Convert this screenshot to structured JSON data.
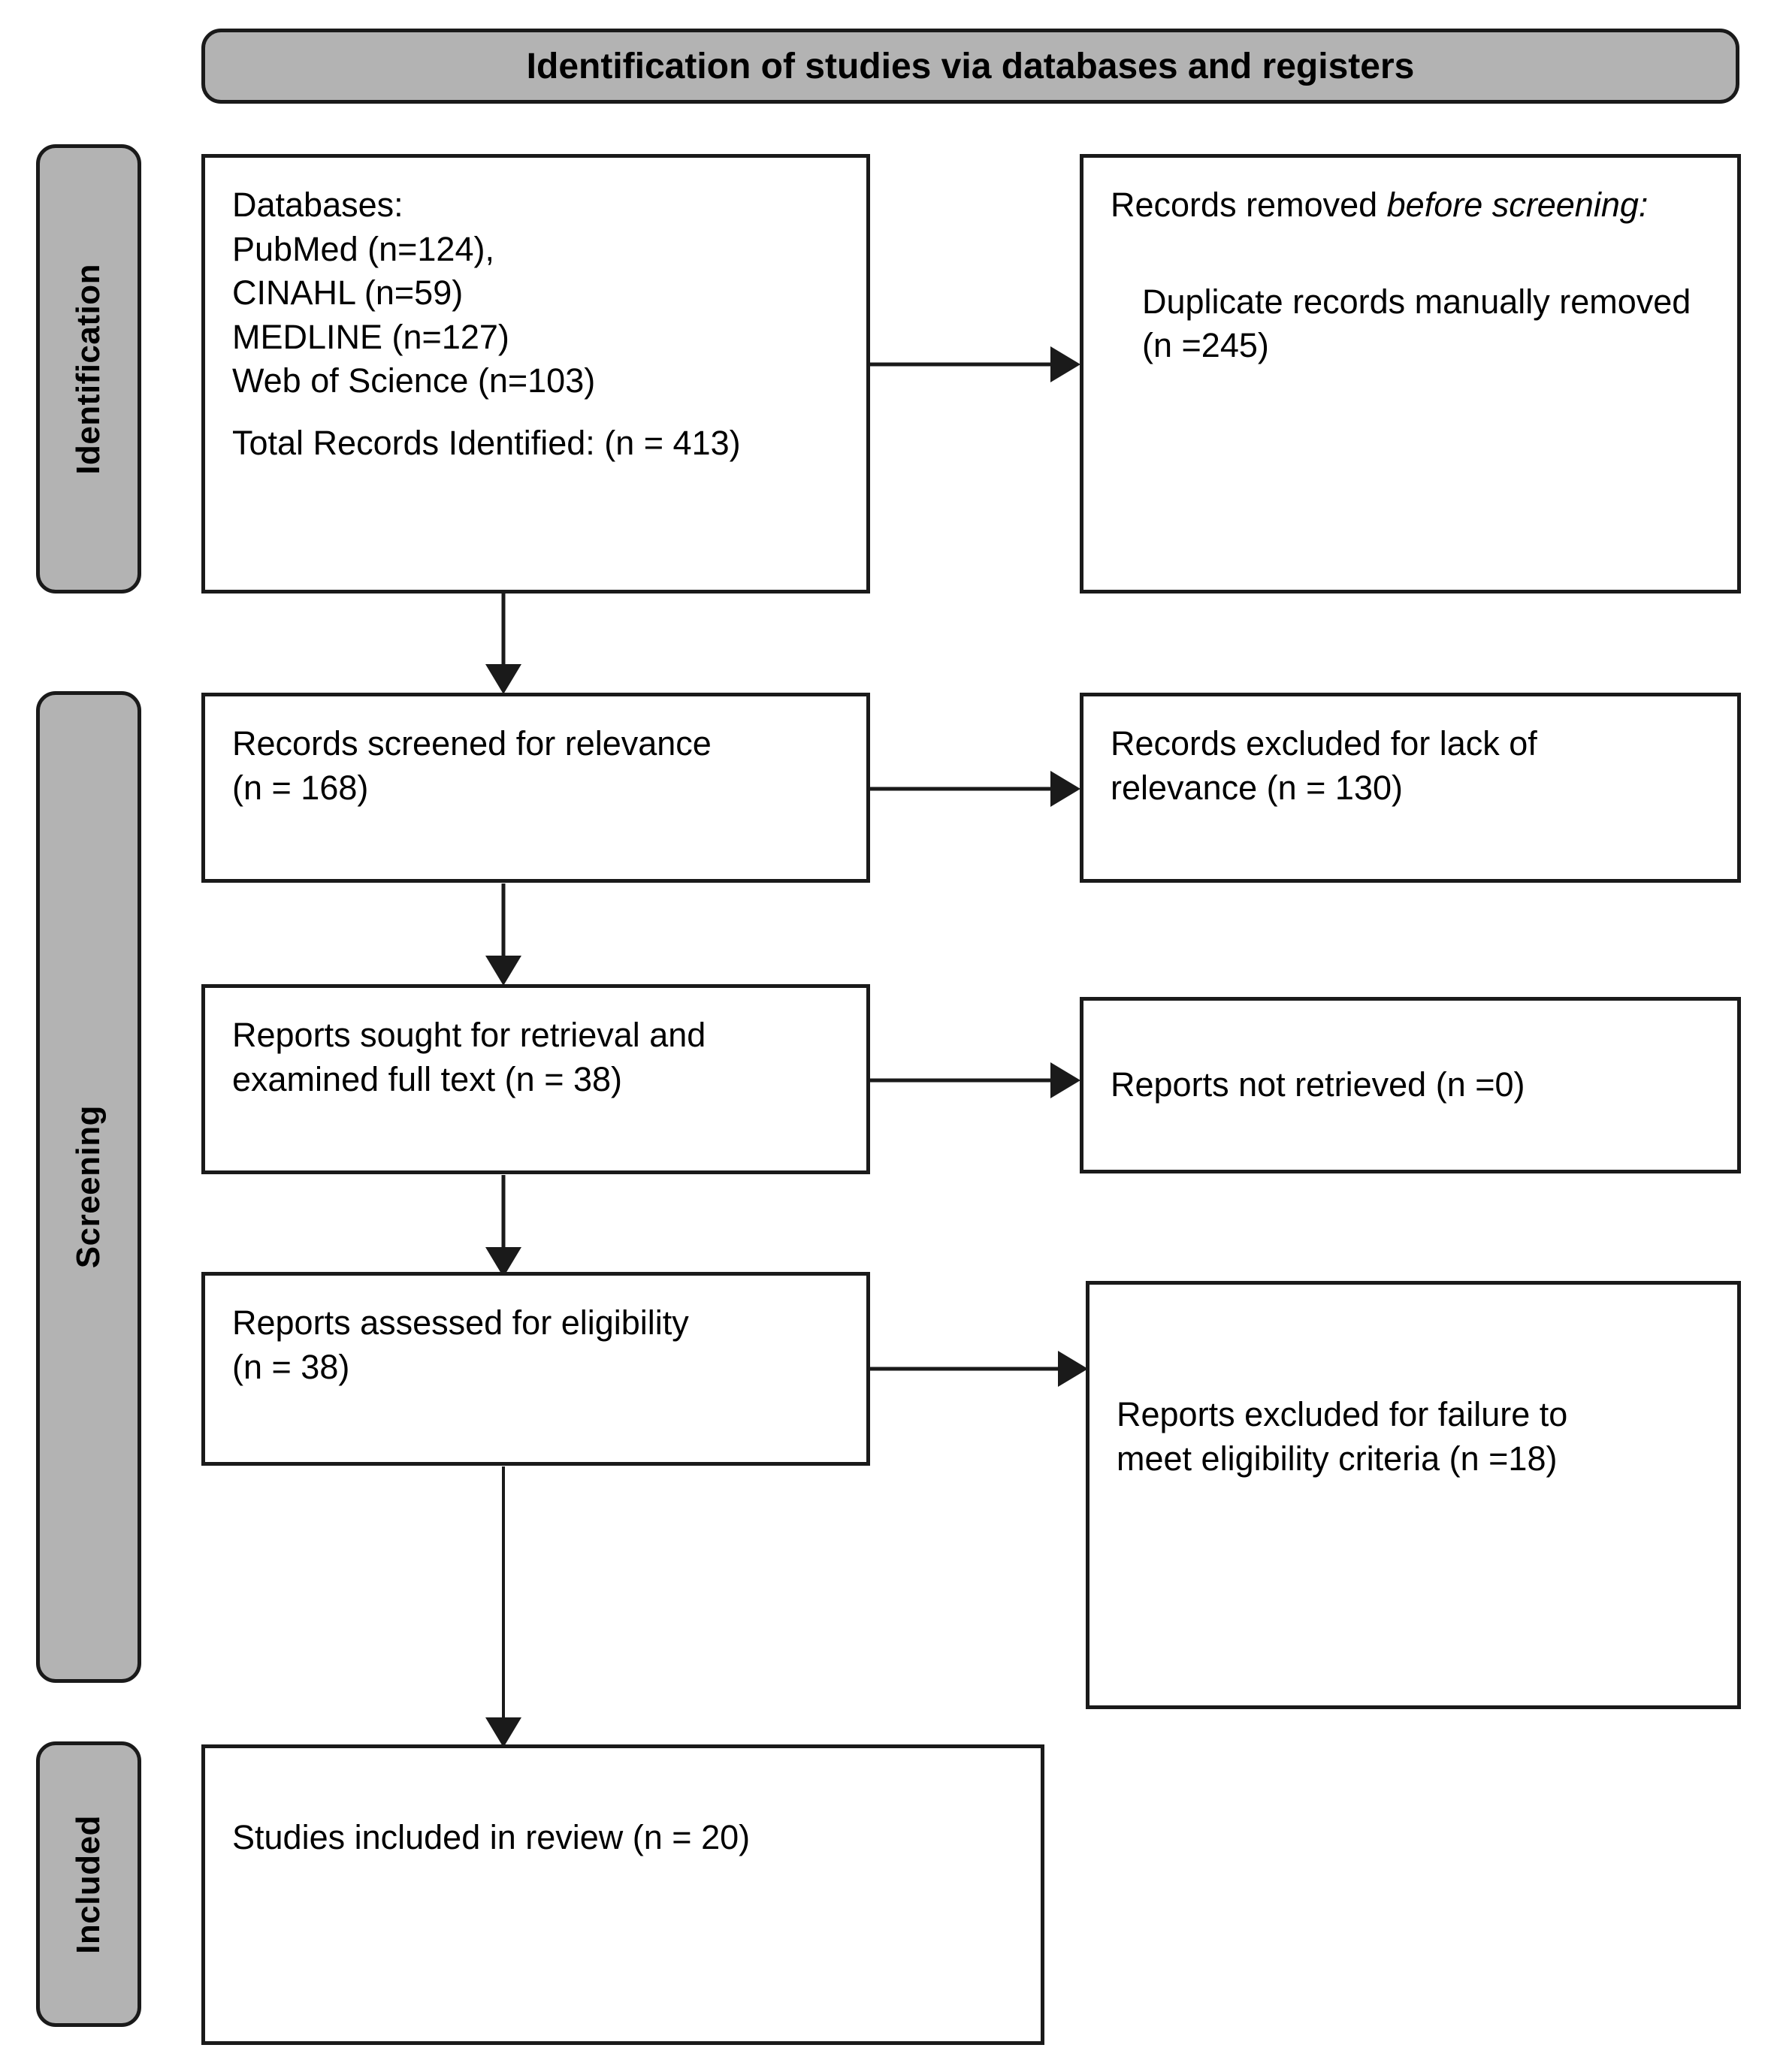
{
  "banner": {
    "title": "Identification of studies via databases and registers"
  },
  "phases": [
    {
      "name": "identification",
      "label": "Identification"
    },
    {
      "name": "screening",
      "label": "Screening"
    },
    {
      "name": "included",
      "label": "Included"
    }
  ],
  "boxes": {
    "records_identified": {
      "line1": "Databases:",
      "line2": "PubMed (n=124),",
      "line3": "CINAHL (n=59)",
      "line4": "MEDLINE (n=127)",
      "line5": "Web of Science (n=103)",
      "total": "Total Records Identified: (n = 413)"
    },
    "records_removed": {
      "heading_plain": "Records removed ",
      "heading_italic": "before screening:",
      "body": "Duplicate records manually removed (n =245)"
    },
    "records_screened": {
      "text": "Records screened for relevance\n(n = 168)"
    },
    "records_excluded": {
      "text": "Records excluded for lack of\nrelevance (n = 130)"
    },
    "reports_sought": {
      "text": "Reports sought for retrieval and\nexamined full text (n = 38)"
    },
    "reports_not_retrieved": {
      "text": "Reports not retrieved (n =0)"
    },
    "reports_assessed": {
      "text": "Reports assessed for eligibility\n(n = 38)"
    },
    "reports_excluded_eligibility": {
      "text": "Reports excluded for failure to\nmeet eligibility criteria (n =18)"
    },
    "studies_included": {
      "text": "Studies included in review (n = 20)"
    }
  },
  "colors": {
    "phase_bar_fill": "#b3b3b3",
    "banner_fill": "#b3b3b3",
    "stroke": "#1a1a1a",
    "box_fill": "#ffffff",
    "text": "#000000"
  },
  "chart_data": {
    "type": "diagram",
    "title": "PRISMA 2020 flow diagram",
    "nodes": [
      {
        "id": "records_identified",
        "stage": "Identification",
        "label": "Total Records Identified",
        "n": 413,
        "sources": [
          {
            "name": "PubMed",
            "n": 124
          },
          {
            "name": "CINAHL",
            "n": 59
          },
          {
            "name": "MEDLINE",
            "n": 127
          },
          {
            "name": "Web of Science",
            "n": 103
          }
        ]
      },
      {
        "id": "records_removed",
        "stage": "Identification",
        "label": "Duplicate records manually removed",
        "n": 245
      },
      {
        "id": "records_screened",
        "stage": "Screening",
        "label": "Records screened for relevance",
        "n": 168
      },
      {
        "id": "records_excluded",
        "stage": "Screening",
        "label": "Records excluded for lack of relevance",
        "n": 130
      },
      {
        "id": "reports_sought",
        "stage": "Screening",
        "label": "Reports sought for retrieval and examined full text",
        "n": 38
      },
      {
        "id": "reports_not_retrieved",
        "stage": "Screening",
        "label": "Reports not retrieved",
        "n": 0
      },
      {
        "id": "reports_assessed",
        "stage": "Screening",
        "label": "Reports assessed for eligibility",
        "n": 38
      },
      {
        "id": "reports_excluded_eligibility",
        "stage": "Screening",
        "label": "Reports excluded for failure to meet eligibility criteria",
        "n": 18
      },
      {
        "id": "studies_included",
        "stage": "Included",
        "label": "Studies included in review",
        "n": 20
      }
    ],
    "edges": [
      {
        "from": "records_identified",
        "to": "records_removed",
        "direction": "right"
      },
      {
        "from": "records_identified",
        "to": "records_screened",
        "direction": "down"
      },
      {
        "from": "records_screened",
        "to": "records_excluded",
        "direction": "right"
      },
      {
        "from": "records_screened",
        "to": "reports_sought",
        "direction": "down"
      },
      {
        "from": "reports_sought",
        "to": "reports_not_retrieved",
        "direction": "right"
      },
      {
        "from": "reports_sought",
        "to": "reports_assessed",
        "direction": "down"
      },
      {
        "from": "reports_assessed",
        "to": "reports_excluded_eligibility",
        "direction": "right"
      },
      {
        "from": "reports_assessed",
        "to": "studies_included",
        "direction": "down"
      }
    ]
  }
}
